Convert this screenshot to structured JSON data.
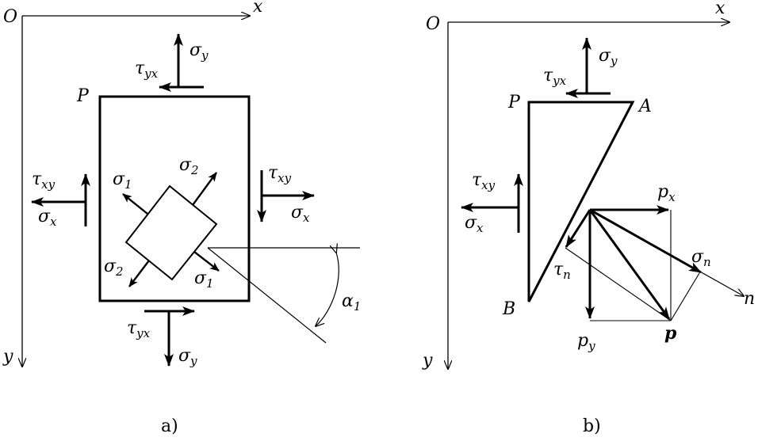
{
  "colors": {
    "ink": "#000000",
    "background": "#ffffff"
  },
  "panel_a": {
    "caption": "a)",
    "origin": "O",
    "axis_x": "x",
    "axis_y": "y",
    "point_p": "P",
    "sigma_y_top": {
      "main": "σ",
      "sub": "y"
    },
    "tau_yx_top": {
      "main": "τ",
      "sub": "yx"
    },
    "sigma_y_bottom": {
      "main": "σ",
      "sub": "y"
    },
    "tau_yx_bottom": {
      "main": "τ",
      "sub": "yx"
    },
    "sigma_x_left": {
      "main": "σ",
      "sub": "x"
    },
    "tau_xy_left": {
      "main": "τ",
      "sub": "xy"
    },
    "sigma_x_right": {
      "main": "σ",
      "sub": "x"
    },
    "tau_xy_right": {
      "main": "τ",
      "sub": "xy"
    },
    "sigma_1_top": {
      "main": "σ",
      "sub": "1"
    },
    "sigma_2_top": {
      "main": "σ",
      "sub": "2"
    },
    "sigma_1_bottom": {
      "main": "σ",
      "sub": "1"
    },
    "sigma_2_bottom": {
      "main": "σ",
      "sub": "2"
    },
    "alpha_1": {
      "main": "α",
      "sub": "1"
    }
  },
  "panel_b": {
    "caption": "b)",
    "origin": "O",
    "axis_x": "x",
    "axis_y": "y",
    "point_p": "P",
    "point_a": "A",
    "point_b": "B",
    "sigma_y": {
      "main": "σ",
      "sub": "y"
    },
    "tau_yx": {
      "main": "τ",
      "sub": "yx"
    },
    "tau_xy": {
      "main": "τ",
      "sub": "xy"
    },
    "sigma_x": {
      "main": "σ",
      "sub": "x"
    },
    "p_x": {
      "main": "p",
      "sub": "x"
    },
    "p_y": {
      "main": "p",
      "sub": "y"
    },
    "sigma_n": {
      "main": "σ",
      "sub": "n"
    },
    "tau_n": {
      "main": "τ",
      "sub": "n"
    },
    "p_vector": "p",
    "normal_n": "n"
  }
}
